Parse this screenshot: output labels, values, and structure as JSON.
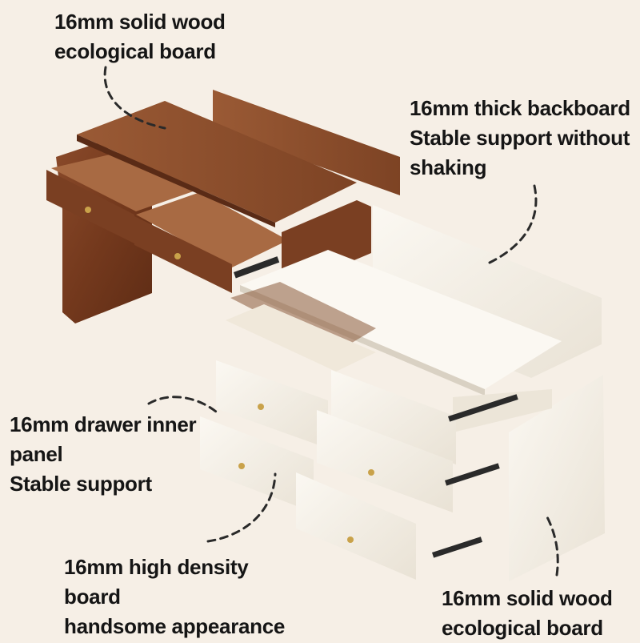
{
  "annotations": {
    "top_left": [
      "16mm solid wood",
      "ecological board"
    ],
    "top_right": [
      "16mm thick backboard",
      "Stable support without",
      "shaking"
    ],
    "mid_left": [
      "16mm drawer inner",
      "panel",
      "Stable support"
    ],
    "bottom_left": [
      "16mm high density",
      "board",
      "handsome appearance"
    ],
    "bottom_right": [
      "16mm solid wood",
      "ecological board"
    ]
  },
  "colors": {
    "background": "#f6efe6",
    "walnut": "#7a3f22",
    "walnut_dark": "#5a2b16",
    "cream": "#f4efe4",
    "cream_shadow": "#d9d1c3",
    "text": "#151515",
    "handle": "#c9a24a"
  }
}
